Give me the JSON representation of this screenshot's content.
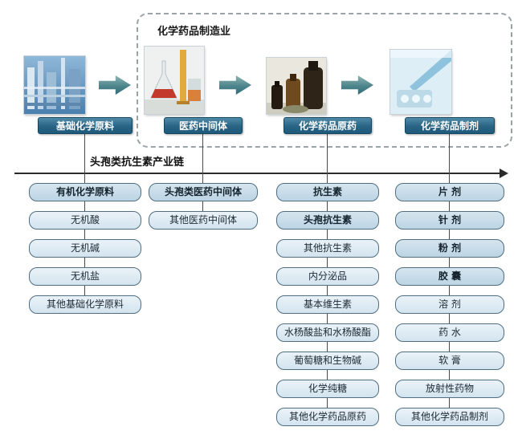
{
  "diagram": {
    "group_label": "化学药品制造业",
    "chain_label": "头孢类抗生素产业链",
    "stages": [
      {
        "label": "基础化学原料",
        "image": "chemical-plant-photo"
      },
      {
        "label": "医药中间体",
        "image": "lab-glassware-photo"
      },
      {
        "label": "化学药品原药",
        "image": "medicine-bottles-photo"
      },
      {
        "label": "化学药品制剂",
        "image": "dispensing-lab-photo"
      }
    ],
    "columns": [
      {
        "items": [
          {
            "label": "有机化学原料",
            "emphasis": "header"
          },
          {
            "label": "无机酸",
            "emphasis": "normal"
          },
          {
            "label": "无机碱",
            "emphasis": "normal"
          },
          {
            "label": "无机盐",
            "emphasis": "normal"
          },
          {
            "label": "其他基础化学原料",
            "emphasis": "normal"
          }
        ]
      },
      {
        "items": [
          {
            "label": "头孢类医药中间体",
            "emphasis": "header"
          },
          {
            "label": "其他医药中间体",
            "emphasis": "normal"
          }
        ]
      },
      {
        "items": [
          {
            "label": "抗生素",
            "emphasis": "header"
          },
          {
            "label": "头孢抗生素",
            "emphasis": "header"
          },
          {
            "label": "其他抗生素",
            "emphasis": "normal"
          },
          {
            "label": "内分泌品",
            "emphasis": "normal"
          },
          {
            "label": "基本维生素",
            "emphasis": "normal"
          },
          {
            "label": "水杨酸盐和水杨酸酯",
            "emphasis": "normal"
          },
          {
            "label": "葡萄糖和生物碱",
            "emphasis": "normal"
          },
          {
            "label": "化学纯糖",
            "emphasis": "normal"
          },
          {
            "label": "其他化学药品原药",
            "emphasis": "normal"
          }
        ]
      },
      {
        "items": [
          {
            "label": "片 剂",
            "emphasis": "header"
          },
          {
            "label": "针 剂",
            "emphasis": "header"
          },
          {
            "label": "粉 剂",
            "emphasis": "header"
          },
          {
            "label": "胶 囊",
            "emphasis": "header"
          },
          {
            "label": "溶 剂",
            "emphasis": "normal"
          },
          {
            "label": "药 水",
            "emphasis": "normal"
          },
          {
            "label": "软 膏",
            "emphasis": "normal"
          },
          {
            "label": "放射性药物",
            "emphasis": "normal"
          },
          {
            "label": "其他化学药品制剂",
            "emphasis": "normal"
          }
        ]
      }
    ],
    "colors": {
      "stage_label_bg": "#2a6485",
      "box_bg": "#d3e4ef",
      "box_header_bg": "#bcd4e4",
      "box_border": "#4f6e80",
      "arrow_color": "#4d858d",
      "chain_line": "#2b2b2b"
    }
  }
}
